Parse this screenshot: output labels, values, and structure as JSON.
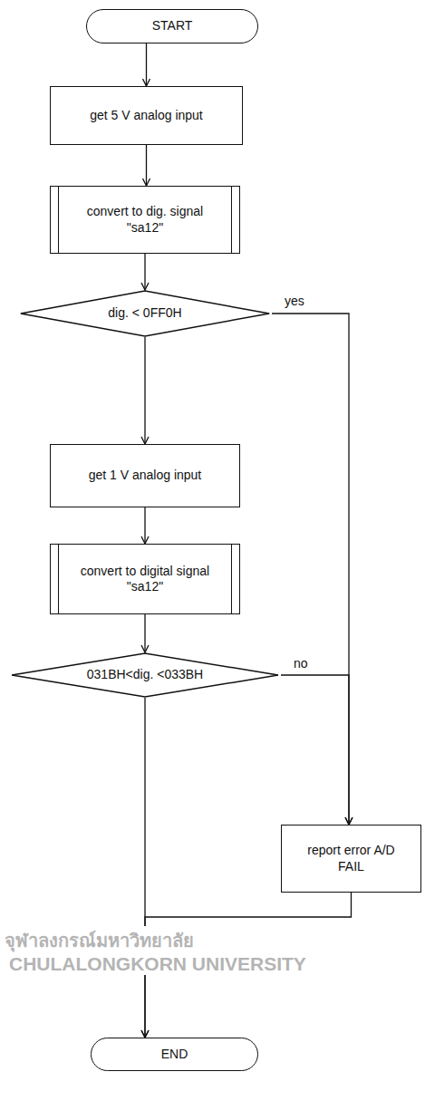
{
  "diagram": {
    "nodes": [
      {
        "text": [
          "START"
        ]
      },
      {
        "text": [
          "get 5 V analog input"
        ]
      },
      {
        "text": [
          "convert to dig. signal \"sa12\""
        ]
      },
      {
        "text": [
          "dig. < 0FF0H"
        ]
      },
      {
        "text": [
          "get 1 V analog input"
        ]
      },
      {
        "text": [
          "convert to digital signal \"sa12\""
        ]
      },
      {
        "text": [
          "031BH<dig. <033BH"
        ]
      },
      {
        "text": [
          "report error A/D FAIL"
        ]
      },
      {
        "text": [
          "END"
        ]
      }
    ],
    "edges": [
      {
        "from": 0,
        "to": 1,
        "arrow": "to"
      },
      {
        "from": 1,
        "to": 2,
        "arrow": "to"
      },
      {
        "from": 2,
        "to": 3,
        "arrow": "to"
      },
      {
        "from": 3,
        "to": 4,
        "arrow": "to"
      },
      {
        "from": 3,
        "to": 7,
        "label": "yes",
        "arrow": "to"
      },
      {
        "from": 4,
        "to": 5,
        "arrow": "to"
      },
      {
        "from": 5,
        "to": 6,
        "arrow": "to"
      },
      {
        "from": 6,
        "to": 8,
        "arrow": "to"
      },
      {
        "from": 6,
        "to": 7,
        "label": "no",
        "arrow": "to"
      },
      {
        "from": 7,
        "to": 8,
        "arrow": "to"
      }
    ],
    "labels": [
      "จุฬาลงกรณ์มหาวิทยาลัย",
      "CHULALONGKORN UNIVERSITY"
    ]
  }
}
